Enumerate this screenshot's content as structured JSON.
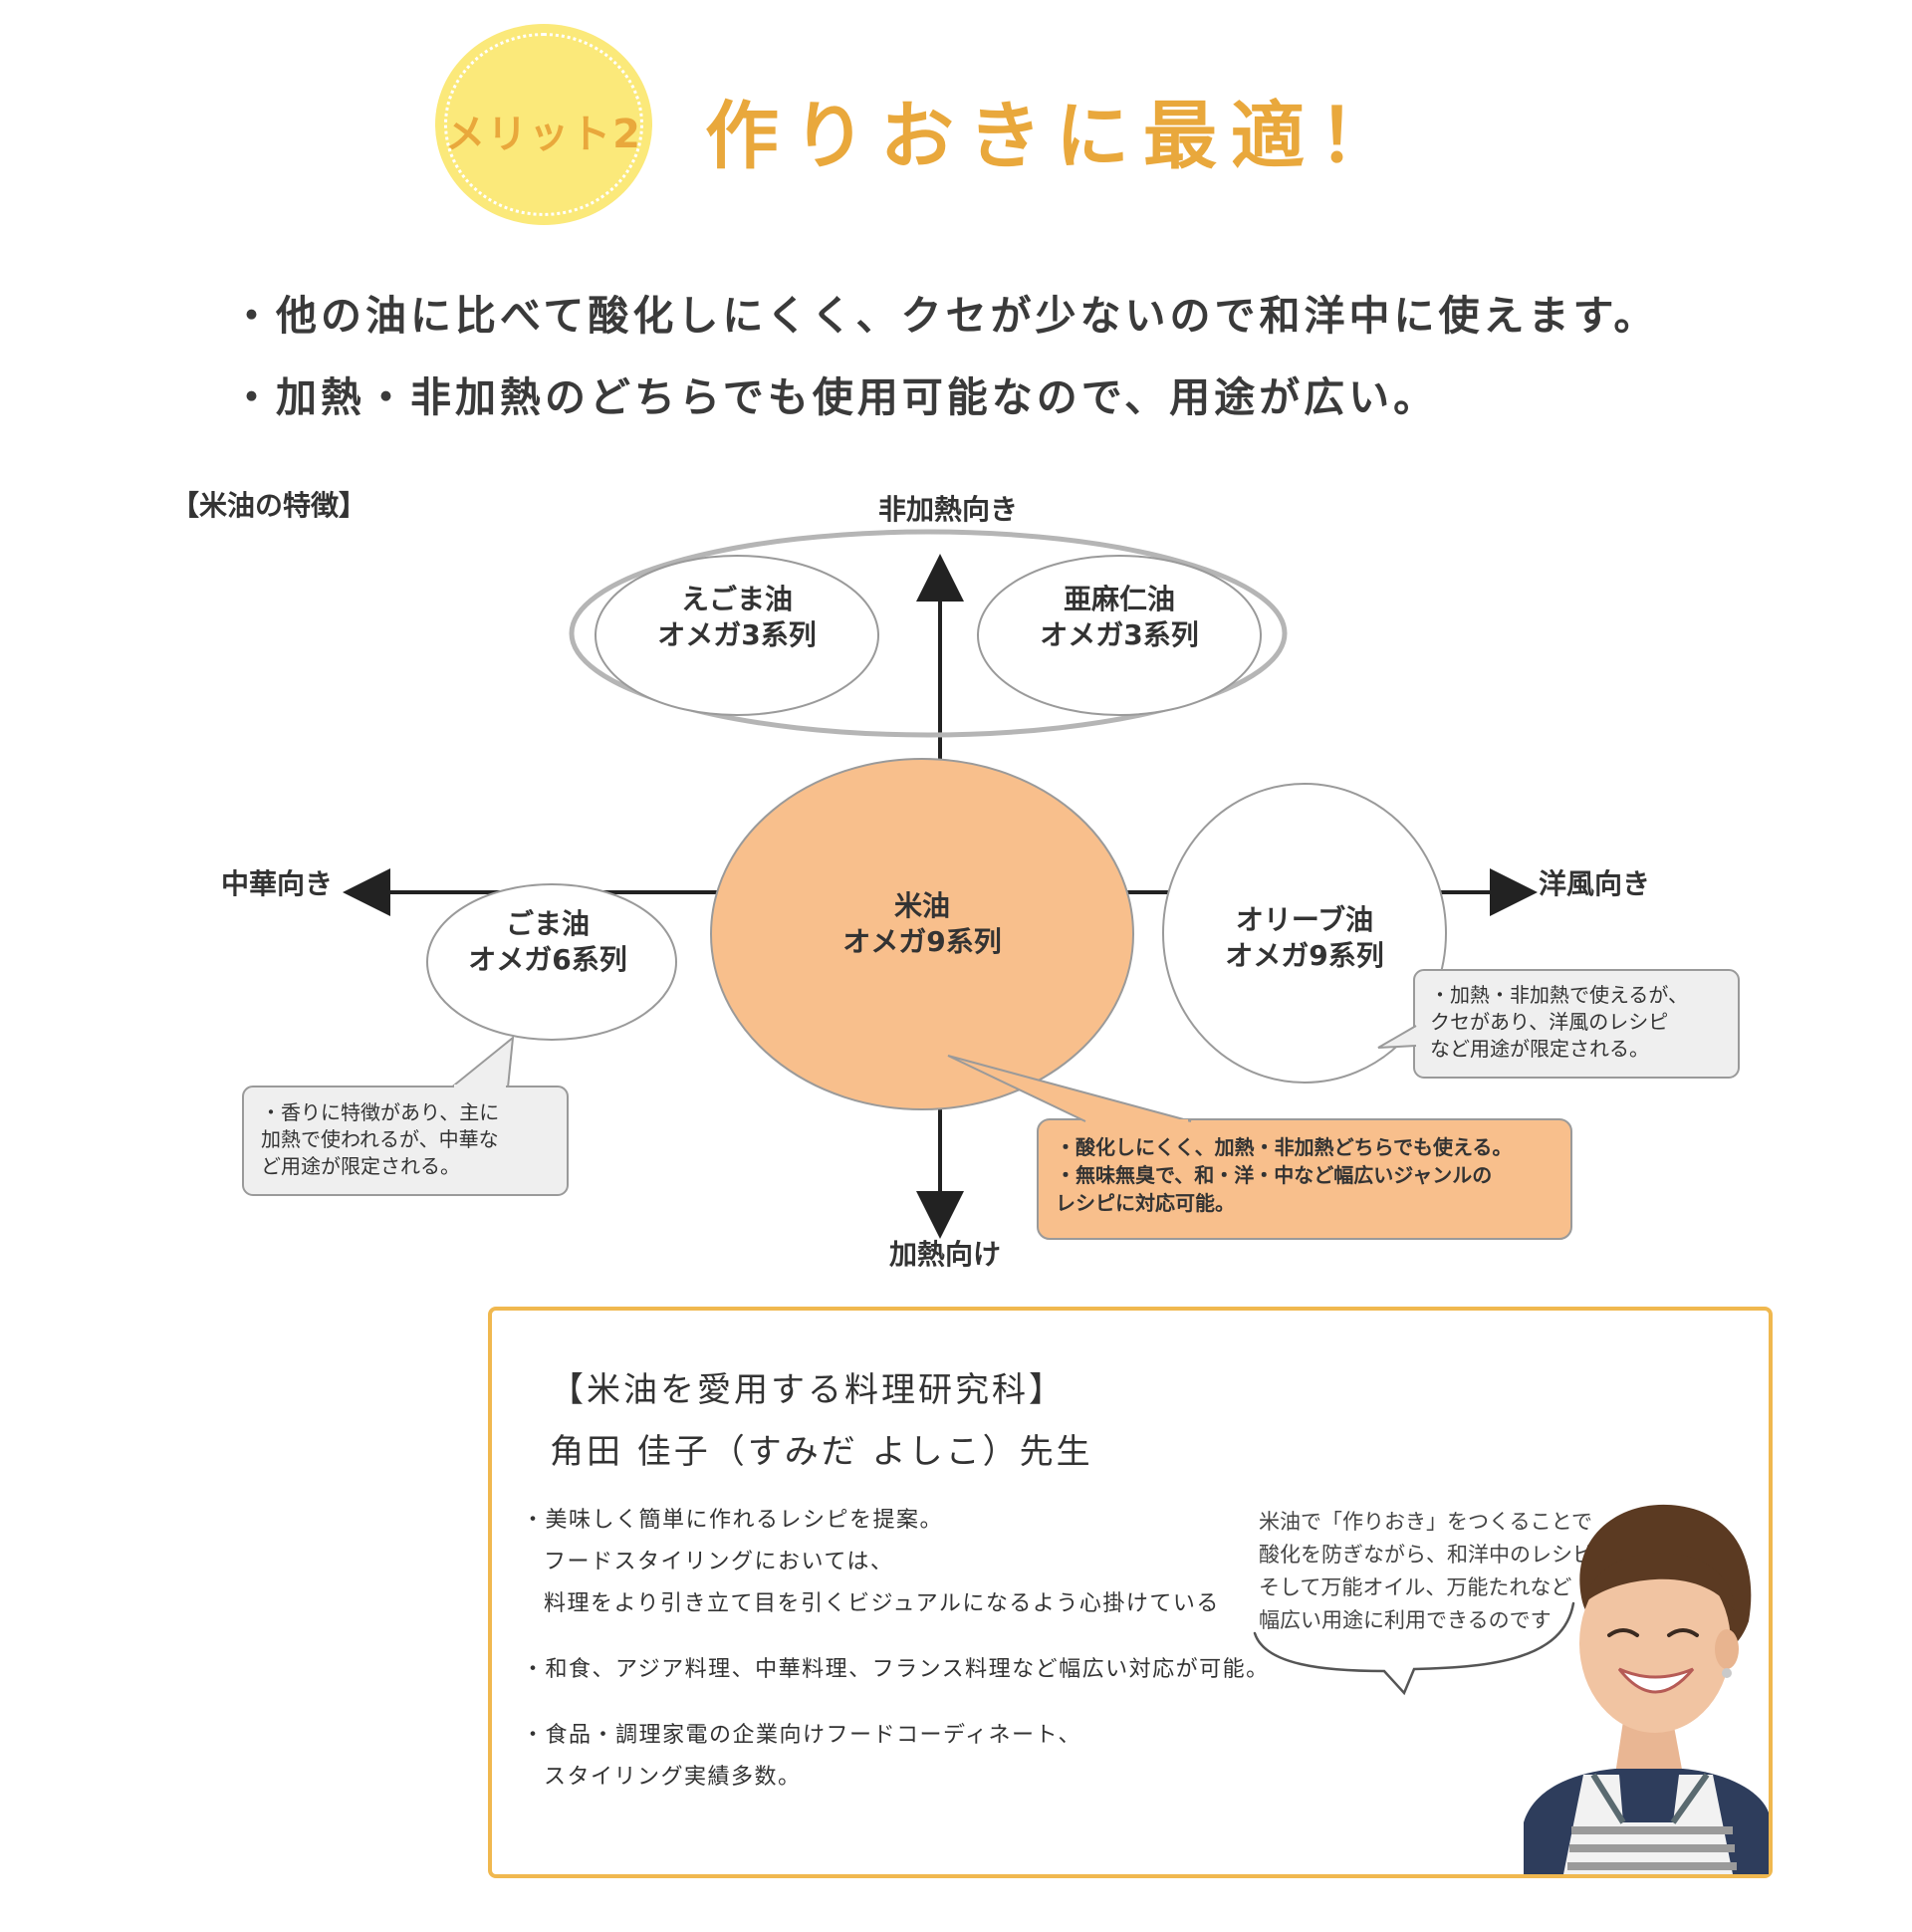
{
  "header": {
    "badge_label": "メリット2",
    "headline": "作りおきに最適！",
    "bullets": [
      "・他の油に比べて酸化しにくく、クセが少ないので和洋中に使えます。",
      "・加熱・非加熱のどちらでも使用可能なので、用途が広い。"
    ]
  },
  "diagram": {
    "title": "【米油の特徴】",
    "axes": {
      "top": "非加熱向き",
      "bottom": "加熱向け",
      "left": "中華向き",
      "right": "洋風向き"
    },
    "oils": {
      "egoma": {
        "name": "えごま油",
        "type": "オメガ3系列"
      },
      "amani": {
        "name": "亜麻仁油",
        "type": "オメガ3系列"
      },
      "rice": {
        "name": "米油",
        "type": "オメガ9系列"
      },
      "goma": {
        "name": "ごま油",
        "type": "オメガ6系列"
      },
      "olive": {
        "name": "オリーブ油",
        "type": "オメガ9系列"
      }
    },
    "callouts": {
      "goma": [
        "・香りに特徴があり、主に",
        "加熱で使われるが、中華な",
        "ど用途が限定される。"
      ],
      "olive": [
        "・加熱・非加熱で使えるが、",
        "クセがあり、洋風のレシピ",
        "など用途が限定される。"
      ],
      "rice": [
        "・酸化しにくく、加熱・非加熱どちらでも使える。",
        "・無味無臭で、和・洋・中など幅広いジャンルの",
        "レシピに対応可能。"
      ]
    },
    "colors": {
      "rice_fill": "#f8bf8c",
      "callout_gray": "#efefef",
      "outline_gray": "#9a9a9a",
      "accent": "#e9a83c",
      "badge": "#fbe97a"
    }
  },
  "profile": {
    "title": "【米油を愛用する料理研究科】",
    "name": "角田 佳子（すみだ よしこ）先生",
    "bullets": [
      "・美味しく簡単に作れるレシピを提案。",
      "フードスタイリングにおいては、",
      "料理をより引き立て目を引くビジュアルになるよう心掛けている",
      "・和食、アジア料理、中華料理、フランス料理など幅広い対応が可能。",
      "・食品・調理家電の企業向けフードコーディネート、",
      "スタイリング実績多数。"
    ],
    "quote": [
      "米油で「作りおき」をつくることで",
      "酸化を防ぎながら、和洋中のレシピ、",
      "そして万能オイル、万能たれなど",
      "幅広い用途に利用できるのです"
    ]
  }
}
